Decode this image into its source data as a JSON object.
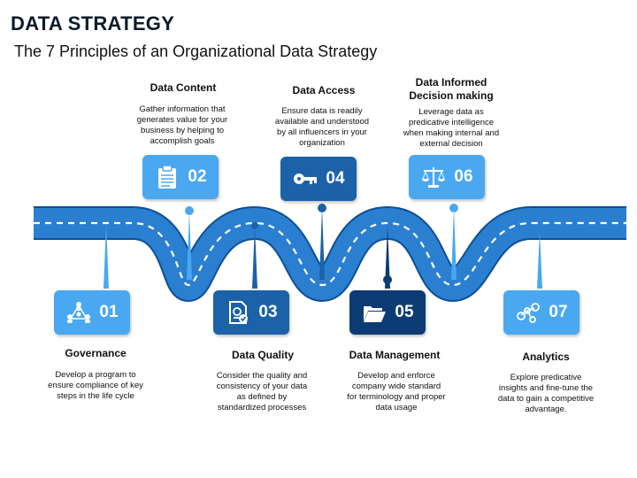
{
  "title": "DATA STRATEGY",
  "subtitle": "The 7 Principles of an Organizational  Data Strategy",
  "colors": {
    "light": "#4aa8f0",
    "mid": "#1b62a8",
    "dark": "#0c3c73",
    "road": "#1e74c6"
  },
  "principles": [
    {
      "num": "01",
      "title": "Governance",
      "desc": "Develop a program to ensure compliance of key steps in the life cycle",
      "icon": "network-people-icon"
    },
    {
      "num": "02",
      "title": "Data Content",
      "desc": "Gather information that generates value for your business by helping to accomplish goals",
      "icon": "clipboard-icon"
    },
    {
      "num": "03",
      "title": "Data Quality",
      "desc": "Consider the quality and consistency of your data as defined by standardized processes",
      "icon": "quality-document-icon"
    },
    {
      "num": "04",
      "title": "Data Access",
      "desc": "Ensure data is readily available and understood by all influencers in your organization",
      "icon": "key-icon"
    },
    {
      "num": "05",
      "title": "Data Management",
      "desc": "Develop and enforce company wide standard for terminology and proper data usage",
      "icon": "folder-icon"
    },
    {
      "num": "06",
      "title": "Data Informed Decision making",
      "desc": "Leverage data as predicative intelligence when making internal and external decision",
      "icon": "scales-icon"
    },
    {
      "num": "07",
      "title": "Analytics",
      "desc": "Explore predicative insights and fine-tune the data to gain a competitive advantage.",
      "icon": "molecule-icon"
    }
  ]
}
